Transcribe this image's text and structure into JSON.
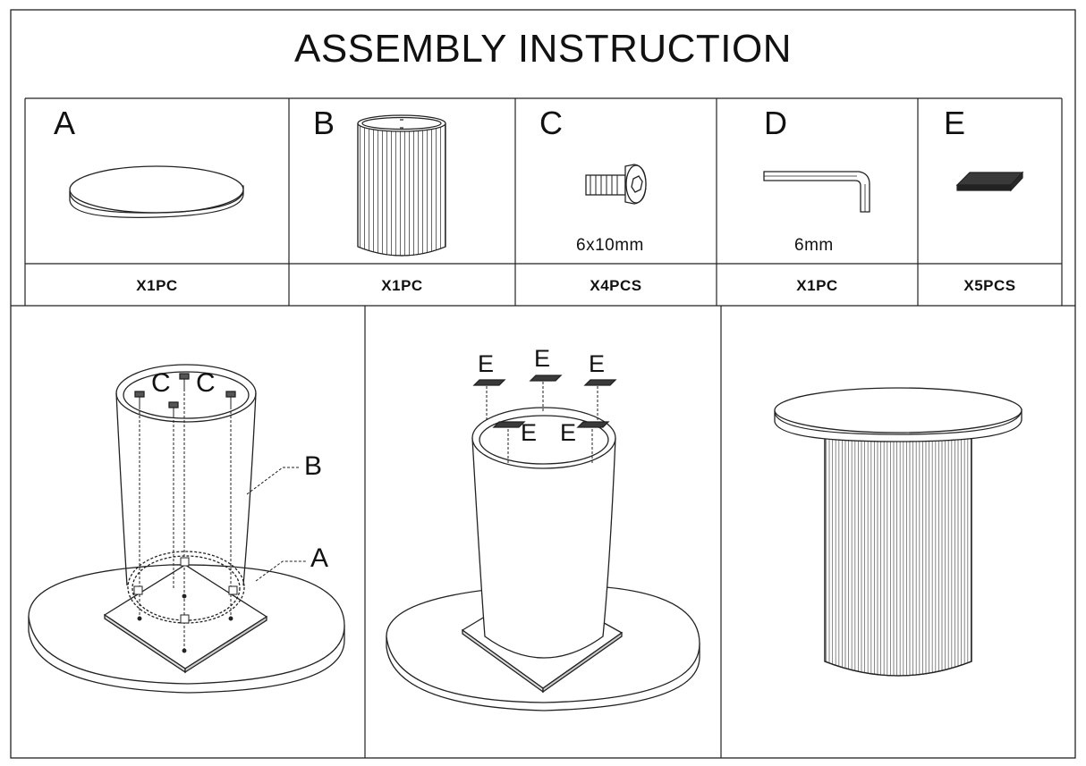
{
  "title": "ASSEMBLY INSTRUCTION",
  "parts": [
    {
      "letter": "A",
      "quantity": "X1PC",
      "spec": ""
    },
    {
      "letter": "B",
      "quantity": "X1PC",
      "spec": ""
    },
    {
      "letter": "C",
      "quantity": "X4PCS",
      "spec": "6x10mm"
    },
    {
      "letter": "D",
      "quantity": "X1PC",
      "spec": "6mm"
    },
    {
      "letter": "E",
      "quantity": "X5PCS",
      "spec": ""
    }
  ],
  "step1": {
    "labels": [
      "C",
      "C",
      "B",
      "A"
    ]
  },
  "step2": {
    "labels": [
      "E",
      "E",
      "E",
      "E",
      "E"
    ]
  }
}
